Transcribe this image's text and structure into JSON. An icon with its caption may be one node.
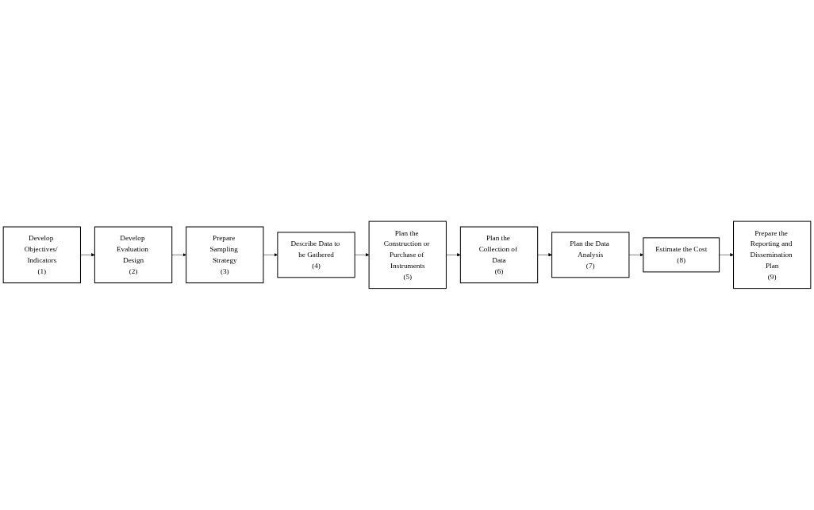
{
  "diagram": {
    "nodes": [
      {
        "text": [
          "Develop Objectives/ Indicators",
          "(1)"
        ]
      },
      {
        "text": [
          "Develop Evaluation Design",
          "(2)"
        ]
      },
      {
        "text": [
          "Prepare Sampling Strategy",
          "(3)"
        ]
      },
      {
        "text": [
          "Describe Data to be Gathered",
          "(4)"
        ]
      },
      {
        "text": [
          "Plan the Construction or Purchase of Instruments",
          "(5)"
        ]
      },
      {
        "text": [
          "Plan the Collection of Data",
          "(6)"
        ]
      },
      {
        "text": [
          "Plan the Data Analysis",
          "(7)"
        ]
      },
      {
        "text": [
          "Estimate the Cost",
          "(8)"
        ]
      },
      {
        "text": [
          "Prepare the Reporting and Dissemination Plan",
          "(9)"
        ]
      }
    ],
    "edges": [
      {
        "from": 0,
        "to": 1,
        "arrow": "to"
      },
      {
        "from": 1,
        "to": 2,
        "arrow": "to"
      },
      {
        "from": 2,
        "to": 3,
        "arrow": "to"
      },
      {
        "from": 3,
        "to": 4,
        "arrow": "to"
      },
      {
        "from": 4,
        "to": 5,
        "arrow": "to"
      },
      {
        "from": 5,
        "to": 6,
        "arrow": "to"
      },
      {
        "from": 6,
        "to": 7,
        "arrow": "to"
      },
      {
        "from": 7,
        "to": 8,
        "arrow": "to"
      }
    ]
  }
}
